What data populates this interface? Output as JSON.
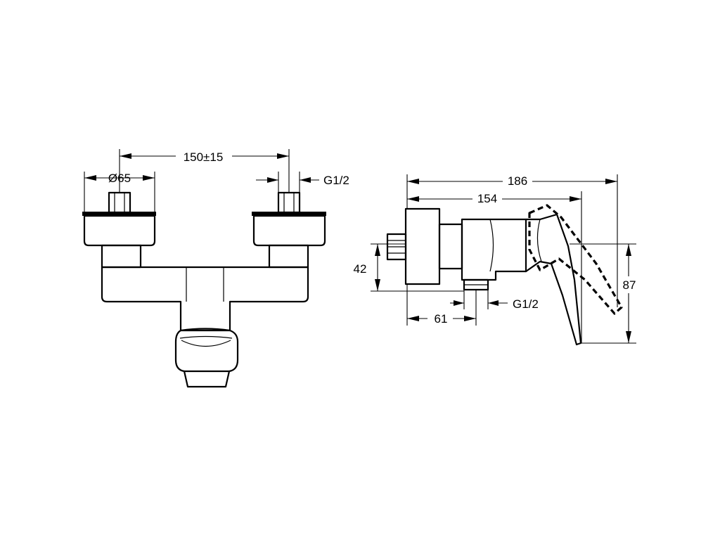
{
  "dimensions": {
    "front_centers": "150±15",
    "front_diameter": "Ø65",
    "front_thread": "G1/2",
    "side_length_total": "186",
    "side_length_body": "154",
    "side_height_outlet": "42",
    "side_height_total": "87",
    "side_outlet_offset": "61",
    "side_thread": "G1/2"
  }
}
